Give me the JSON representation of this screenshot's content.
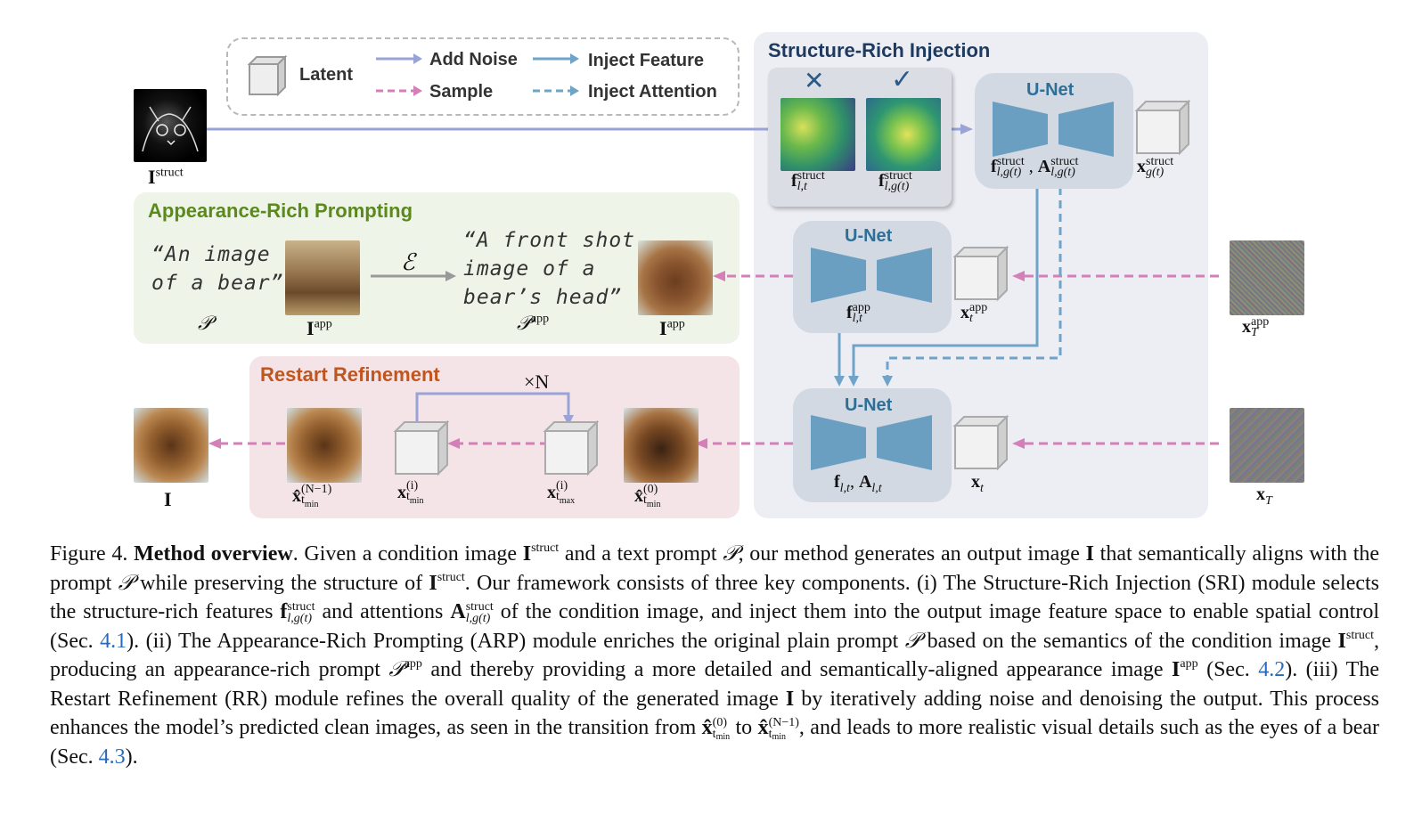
{
  "legend": {
    "latent": "Latent",
    "add_noise": "Add Noise",
    "sample": "Sample",
    "inject_feature": "Inject Feature",
    "inject_attention": "Inject Attention"
  },
  "sections": {
    "sri": "Structure-Rich Injection",
    "arp": "Appearance-Rich Prompting",
    "rr": "Restart Refinement"
  },
  "unet_label": "U-Net",
  "marks": {
    "cross": "✕",
    "check": "✓",
    "repeat": "×N"
  },
  "labels": {
    "I_struct": "struct",
    "I_app": "app",
    "P_app": "app",
    "struct": "struct",
    "app": "app"
  },
  "prompts": {
    "plain_line1": "“An image",
    "plain_line2": "of a bear”",
    "rich_line1": "“A front shot",
    "rich_line2": "image of a",
    "rich_line3": "bear’s head”"
  },
  "encoder_symbol": "ℰ",
  "caption": {
    "figure_num": "Figure 4.",
    "title": "Method overview",
    "t1": ". Given a condition image ",
    "t2": " and a text prompt ",
    "t3": ", our method generates an output image ",
    "t4": " that semantically aligns with the prompt ",
    "t5": " while preserving the structure of ",
    "t6": ". Our framework consists of three key components. (i) The Structure-Rich Injection (SRI) module selects the structure-rich features ",
    "t7": " and attentions ",
    "t8": " of the condition image, and inject them into the output image feature space to enable spatial control (Sec. ",
    "ref1": "4.1",
    "t9": "). (ii) The Appearance-Rich Prompting (ARP) module enriches the original plain prompt ",
    "t10": " based on the semantics of the condition image ",
    "t11": ", producing an appearance-rich prompt ",
    "t12": " and thereby providing a more detailed and semantically-aligned appearance image ",
    "t13": " (Sec. ",
    "ref2": "4.2",
    "t14": "). (iii) The Restart Refinement (RR) module refines the overall quality of the generated image ",
    "t15": " by iteratively adding noise and denoising the output. This process enhances the model’s predicted clean images, as seen in the transition from ",
    "t16": " to ",
    "t17": ", and leads to more realistic visual details such as the eyes of a bear (Sec. ",
    "ref3": "4.3",
    "t18": ")."
  },
  "colors": {
    "add_noise": "#9aa3d6",
    "sample": "#d47fb8",
    "inject": "#6fa3c8",
    "unet_blue": "#6b9fc2",
    "sri_title": "#1f3a5f",
    "arp_title": "#5a8a1a",
    "rr_title": "#c0561e"
  }
}
